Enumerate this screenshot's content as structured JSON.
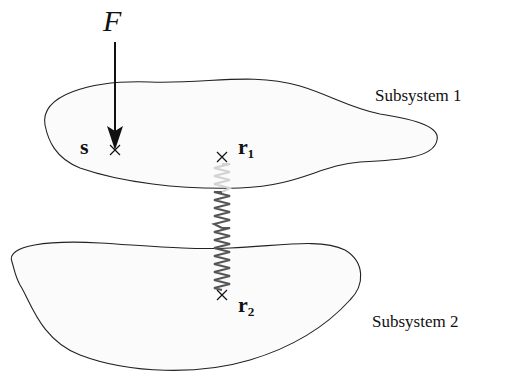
{
  "diagram": {
    "nodes": [
      {
        "text": [
          "Subsystem 1"
        ]
      },
      {
        "text": [
          "Subsystem 2"
        ]
      }
    ],
    "edges": [
      {
        "from": 0,
        "to": 1,
        "arrow": "none"
      }
    ],
    "labels": [
      "F",
      "s",
      "r₁",
      "r₂"
    ]
  }
}
